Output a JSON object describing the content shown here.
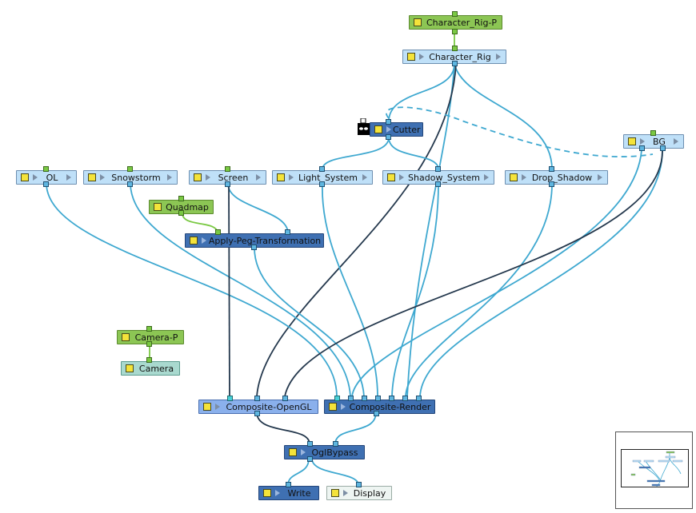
{
  "nodes": {
    "character_rig_p": "Character_Rig-P",
    "character_rig": "Character_Rig",
    "cutter": "Cutter",
    "bg": "BG",
    "ol": "OL",
    "snowstorm": "Snowstorm",
    "screen": "Screen",
    "light_system": "Light_System",
    "shadow_system": "Shadow_System",
    "drop_shadow": "Drop_Shadow",
    "quadmap": "Quadmap",
    "apply_peg": "Apply-Peg-Transformation",
    "camera_p": "Camera-P",
    "camera": "Camera",
    "composite_opengl": "Composite-OpenGL",
    "composite_render": "Composite-Render",
    "oglbypass": "OglBypass",
    "write": "Write",
    "display": "Display"
  },
  "icons": {
    "enable": "enable-checkbox-icon",
    "expand": "expand-arrow-icon",
    "cutter": "cutter-mask-icon"
  },
  "colors": {
    "wire": "#3ea8d0",
    "wire_dark": "#24384d",
    "peg": "#8cc654",
    "composite": "#3f70b2",
    "layer": "#bfe0f8"
  }
}
